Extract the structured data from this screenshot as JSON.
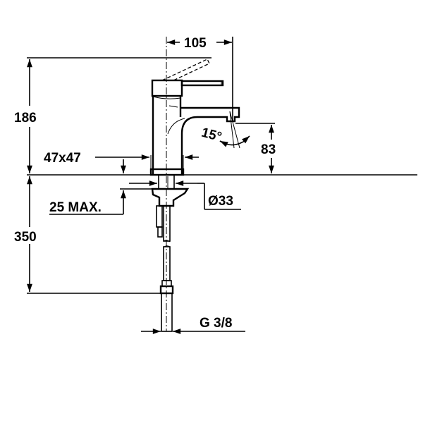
{
  "drawing": {
    "subject": "Single-lever basin mixer technical drawing",
    "colors": {
      "line": "#000000",
      "background": "#ffffff"
    }
  },
  "dimensions": {
    "total_height": "186",
    "spout_reach": "105",
    "spout_height": "83",
    "spout_angle": "15°",
    "base_size": "47x47",
    "hole_diameter": "Ø33",
    "deck_thickness": "25 MAX.",
    "hose_length": "350",
    "connection_thread": "G 3/8"
  }
}
